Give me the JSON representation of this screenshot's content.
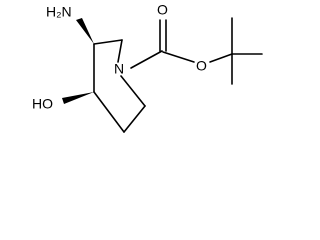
{
  "molecule": {
    "atoms": {
      "nh2": "H₂N",
      "ho": "HO",
      "n": "N",
      "o_carbonyl": "O",
      "o_ester": "O"
    },
    "colors": {
      "bond": "#000000",
      "text": "#000000",
      "background": "#ffffff"
    }
  }
}
